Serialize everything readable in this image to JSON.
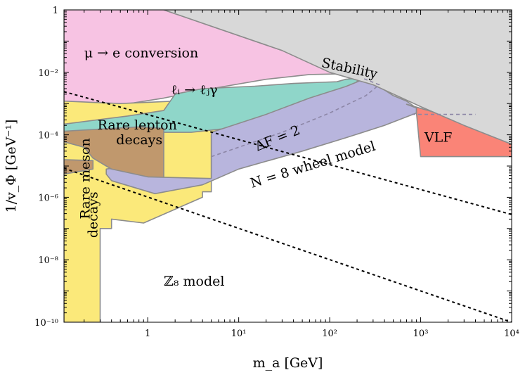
{
  "chart_data": {
    "type": "area",
    "x_scale": "log",
    "y_scale": "log",
    "xlim": [
      0.12,
      10000
    ],
    "ylim": [
      1e-10,
      1
    ],
    "xlabel": "m_a [GeV]",
    "ylabel": "1/v_Φ [GeV⁻¹]",
    "x_ticks": [
      {
        "value": 1,
        "label": "1"
      },
      {
        "value": 10,
        "label": "10¹"
      },
      {
        "value": 100,
        "label": "10²"
      },
      {
        "value": 1000,
        "label": "10³"
      },
      {
        "value": 10000,
        "label": "10⁴"
      }
    ],
    "y_ticks": [
      {
        "value": 1,
        "label": "1"
      },
      {
        "value": 0.01,
        "label": "10⁻²"
      },
      {
        "value": 0.0001,
        "label": "10⁻⁴"
      },
      {
        "value": 1e-06,
        "label": "10⁻⁶"
      },
      {
        "value": 1e-08,
        "label": "10⁻⁸"
      },
      {
        "value": 1e-10,
        "label": "10⁻¹⁰"
      }
    ],
    "regions": [
      {
        "name": "μ → e conversion",
        "color": "#f7c3e3",
        "points": [
          [
            0.12,
            1
          ],
          [
            1.5,
            1
          ],
          [
            5,
            0.3
          ],
          [
            30,
            0.05
          ],
          [
            100,
            0.016
          ],
          [
            200,
            0.0095
          ],
          [
            150,
            0.009
          ],
          [
            60,
            0.0085
          ],
          [
            20,
            0.006
          ],
          [
            5,
            0.003
          ],
          [
            1.5,
            0.0015
          ],
          [
            0.5,
            0.0009
          ],
          [
            0.12,
            0.0005
          ]
        ]
      },
      {
        "name": "Rare meson decays",
        "color": "#fbe97a",
        "points": [
          [
            0.12,
            0.0012
          ],
          [
            0.5,
            0.001
          ],
          [
            2,
            0.0012
          ],
          [
            8,
            0.0013
          ],
          [
            25,
            0.0011
          ],
          [
            60,
            0.001
          ],
          [
            100,
            0.001
          ],
          [
            150,
            0.002
          ],
          [
            230,
            0.005
          ],
          [
            250,
            0.004
          ],
          [
            140,
            0.002
          ],
          [
            5,
            0.0001
          ],
          [
            5,
            1.5e-06
          ],
          [
            4,
            1.5e-06
          ],
          [
            4,
            1e-06
          ],
          [
            0.9,
            1.5e-07
          ],
          [
            0.4,
            2e-07
          ],
          [
            0.4,
            1e-07
          ],
          [
            0.3,
            1e-07
          ],
          [
            0.3,
            1e-10
          ],
          [
            0.12,
            1e-10
          ]
        ]
      },
      {
        "name": "ℓ_i → ℓ_j γ",
        "color": "#8fd6c9",
        "points": [
          [
            0.12,
            0.00022
          ],
          [
            0.6,
            0.0004
          ],
          [
            1.5,
            0.0006
          ],
          [
            2,
            0.002
          ],
          [
            4,
            0.003
          ],
          [
            15,
            0.0036
          ],
          [
            40,
            0.0044
          ],
          [
            80,
            0.0048
          ],
          [
            120,
            0.005
          ],
          [
            150,
            0.006
          ],
          [
            190,
            0.0064
          ],
          [
            210,
            0.006
          ],
          [
            150,
            0.002
          ],
          [
            80,
            0.001
          ],
          [
            30,
            0.0004
          ],
          [
            15,
            0.0002
          ],
          [
            6,
            0.00015
          ],
          [
            3,
            0.00012
          ],
          [
            1,
            0.00012
          ],
          [
            0.2,
            7e-05
          ],
          [
            0.12,
            8e-05
          ]
        ]
      },
      {
        "name": "Rare lepton decays",
        "color": "#c0986d",
        "points": [
          [
            0.12,
            0.00013
          ],
          [
            0.8,
            0.00018
          ],
          [
            1.5,
            0.00016
          ],
          [
            1.5,
            2.8e-06
          ],
          [
            1.3,
            2.4e-06
          ],
          [
            0.5,
            5.5e-06
          ],
          [
            0.35,
            1e-05
          ],
          [
            0.25,
            1.8e-05
          ],
          [
            0.2,
            4e-05
          ],
          [
            0.12,
            6e-05
          ]
        ]
      },
      {
        "name": "Rare lepton decays (lower)",
        "color": "#c0986d",
        "points": [
          [
            0.12,
            1.6e-05
          ],
          [
            0.25,
            1.5e-05
          ],
          [
            0.25,
            8e-06
          ],
          [
            0.12,
            5.5e-06
          ]
        ]
      },
      {
        "name": "ΔF = 2",
        "color": "#b8b5dd",
        "points": [
          [
            5,
            0.00012
          ],
          [
            20,
            0.00045
          ],
          [
            60,
            0.0015
          ],
          [
            150,
            0.0035
          ],
          [
            220,
            0.0055
          ],
          [
            350,
            0.0035
          ],
          [
            500,
            0.0018
          ],
          [
            700,
            0.0012
          ],
          [
            900,
            0.00072
          ],
          [
            900,
            0.0005
          ],
          [
            400,
            0.0002
          ],
          [
            150,
            8e-05
          ],
          [
            50,
            3e-05
          ],
          [
            10,
            8e-06
          ],
          [
            4,
            2.5e-06
          ],
          [
            1.2,
            1.3e-06
          ],
          [
            0.4,
            3.4e-06
          ],
          [
            0.35,
            5.5e-06
          ],
          [
            0.35,
            8e-06
          ],
          [
            0.38,
            8.3e-06
          ],
          [
            1,
            4.5e-06
          ],
          [
            5,
            4e-06
          ]
        ]
      },
      {
        "name": "VLF",
        "color": "#fa8477",
        "points": [
          [
            900,
            0.00072
          ],
          [
            700,
            0.00095
          ],
          [
            4000,
            0.00022
          ],
          [
            10000,
            5e-05
          ],
          [
            10000,
            2e-05
          ],
          [
            1000,
            2e-05
          ],
          [
            900,
            0.0005
          ]
        ]
      },
      {
        "name": "Stability",
        "color": "#d8d8d8",
        "points": [
          [
            1.5,
            1
          ],
          [
            10000,
            1
          ],
          [
            10000,
            5e-05
          ],
          [
            3000,
            0.0002
          ],
          [
            1000,
            0.0008
          ],
          [
            300,
            0.004
          ],
          [
            100,
            0.01
          ],
          [
            30,
            0.05
          ],
          [
            5,
            0.3
          ]
        ]
      }
    ],
    "lines": [
      {
        "name": "upper dashed",
        "style": "dashed",
        "points": [
          [
            0.12,
            0.0024
          ],
          [
            10000,
            2.8e-07
          ]
        ]
      },
      {
        "name": "lower dashed",
        "style": "dashed",
        "points": [
          [
            0.12,
            8.5e-06
          ],
          [
            10000,
            1e-10
          ]
        ]
      },
      {
        "name": "ΔF dashed",
        "style": "dashed-gray",
        "points": [
          [
            5,
            2e-05
          ],
          [
            30,
            0.00012
          ],
          [
            100,
            0.0005
          ],
          [
            250,
            0.0018
          ],
          [
            350,
            0.004
          ],
          [
            230,
            0.0065
          ]
        ]
      },
      {
        "name": "VLF dashed",
        "style": "dashed-gray",
        "points": [
          [
            800,
            0.00045
          ],
          [
            4000,
            0.00045
          ]
        ]
      }
    ],
    "labels": [
      {
        "text": "μ → e conversion",
        "x": 0.2,
        "y": 0.03
      },
      {
        "text": "Stability",
        "x": 80,
        "y": 0.015,
        "rotate": 12
      },
      {
        "text": "ℓᵢ → ℓⱼγ",
        "x": 1.8,
        "y": 0.002
      },
      {
        "text": "Rare lepton",
        "x": 0.28,
        "y": 0.00015
      },
      {
        "text": "decays",
        "x": 0.45,
        "y": 5e-05
      },
      {
        "text": "ΔF = 2",
        "x": 16,
        "y": 3e-05,
        "rotate": -22
      },
      {
        "text": "VLF",
        "x": 1100,
        "y": 6e-05
      },
      {
        "text": "N = 8 wheel model",
        "x": 14,
        "y": 2e-06,
        "rotate": -17
      },
      {
        "text": "Rare meson",
        "x": 0.23,
        "y": 2e-07,
        "rotate": -90
      },
      {
        "text": "decays",
        "x": 0.28,
        "y": 5e-08,
        "rotate": -90
      },
      {
        "text": "ℤ₈ model",
        "x": 1.5,
        "y": 1.5e-09
      }
    ]
  }
}
